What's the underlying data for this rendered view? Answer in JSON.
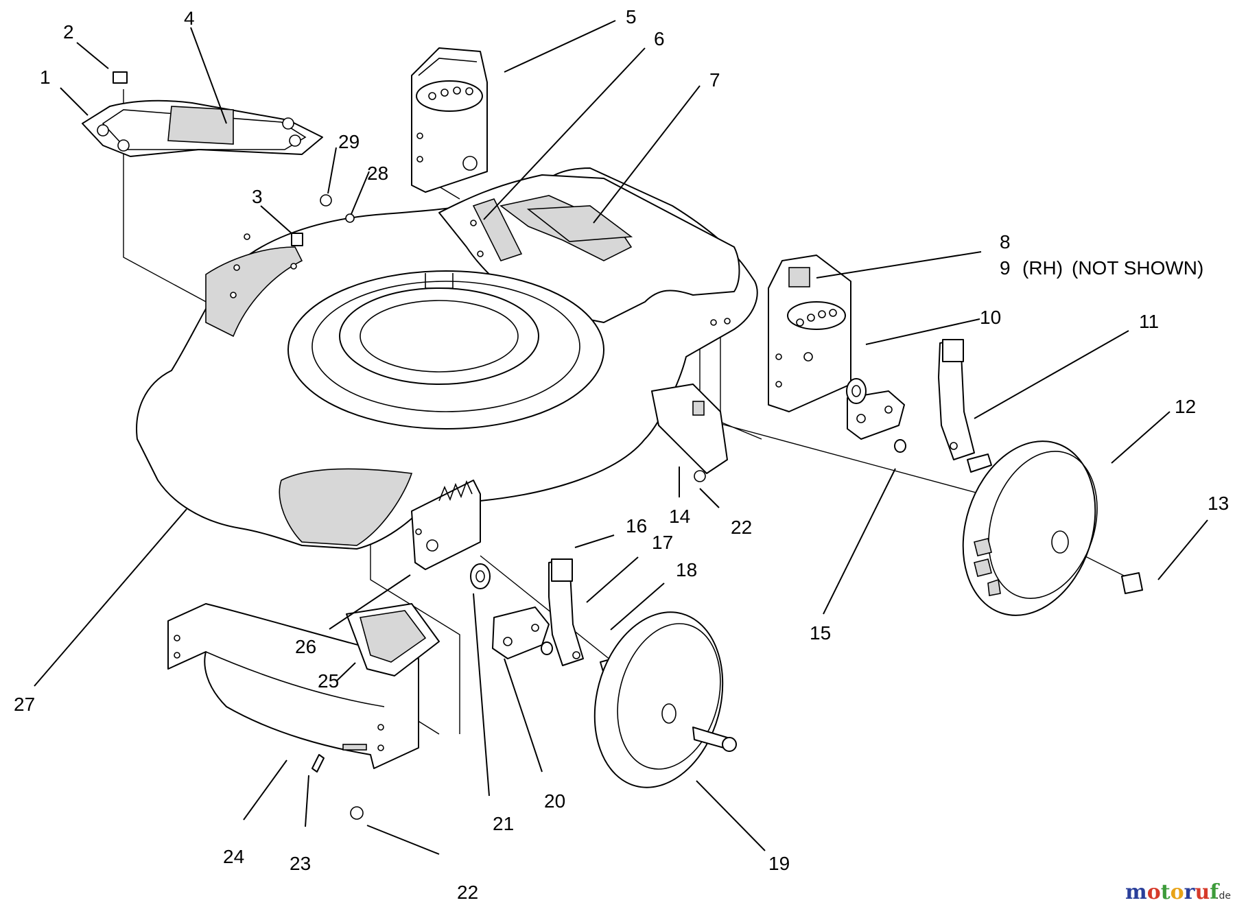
{
  "diagram": {
    "callouts": [
      {
        "id": "c1",
        "text": "1"
      },
      {
        "id": "c2",
        "text": "2"
      },
      {
        "id": "c3",
        "text": "3"
      },
      {
        "id": "c4",
        "text": "4"
      },
      {
        "id": "c5",
        "text": "5"
      },
      {
        "id": "c6",
        "text": "6"
      },
      {
        "id": "c7",
        "text": "7"
      },
      {
        "id": "c8",
        "text": "8"
      },
      {
        "id": "c9",
        "text": "9"
      },
      {
        "id": "c10",
        "text": "10"
      },
      {
        "id": "c11",
        "text": "11"
      },
      {
        "id": "c12",
        "text": "12"
      },
      {
        "id": "c13",
        "text": "13"
      },
      {
        "id": "c14",
        "text": "14"
      },
      {
        "id": "c15",
        "text": "15"
      },
      {
        "id": "c16",
        "text": "16"
      },
      {
        "id": "c17",
        "text": "17"
      },
      {
        "id": "c18",
        "text": "18"
      },
      {
        "id": "c19",
        "text": "19"
      },
      {
        "id": "c20",
        "text": "20"
      },
      {
        "id": "c21",
        "text": "21"
      },
      {
        "id": "c22a",
        "text": "22"
      },
      {
        "id": "c22b",
        "text": "22"
      },
      {
        "id": "c23",
        "text": "23"
      },
      {
        "id": "c24",
        "text": "24"
      },
      {
        "id": "c25",
        "text": "25"
      },
      {
        "id": "c26",
        "text": "26"
      },
      {
        "id": "c27",
        "text": "27"
      },
      {
        "id": "c28",
        "text": "28"
      },
      {
        "id": "c29",
        "text": "29"
      }
    ],
    "note_rh": "(RH)",
    "note_not_shown": "(NOT SHOWN)"
  },
  "watermark": {
    "brand": "motoruf",
    "suffix": ".de",
    "colors": {
      "m": "#2a3f9a",
      "o1": "#d63a2a",
      "t": "#3d9b3a",
      "o2": "#e8a317",
      "r": "#2a3f9a",
      "u": "#d63a2a",
      "f": "#3d9b3a"
    }
  }
}
